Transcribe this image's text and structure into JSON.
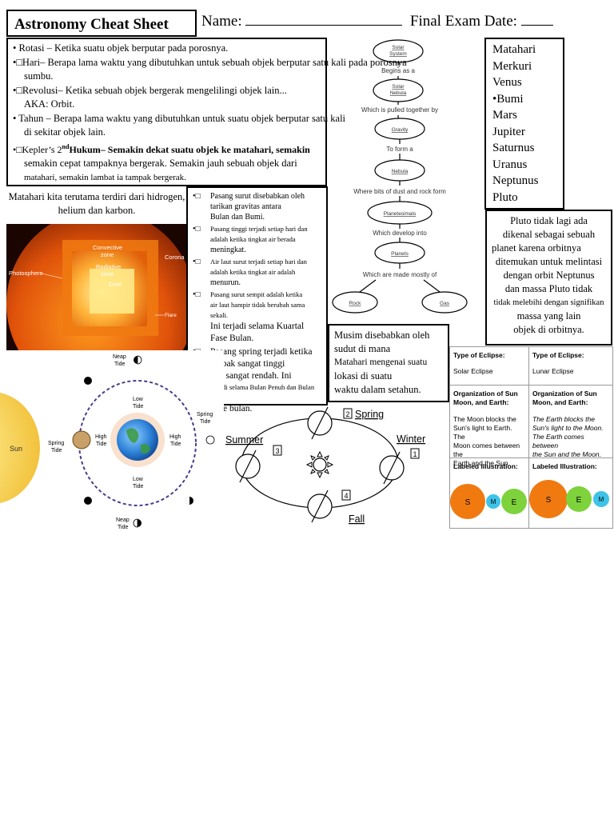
{
  "header": {
    "title": "Astronomy Cheat Sheet",
    "name_label": "Name:",
    "final_label": "Final  Exam  Date:"
  },
  "definitions": {
    "rotasi": "• Rotasi – Ketika suatu objek berputar pada porosnya.",
    "hari_1": "•□Hari– Berapa lama waktu yang dibutuhkan untuk sebuah objek berputar satu kali pada porosnya",
    "hari_2": "sumbu.",
    "revolusi_1": "•□Revolusi– Ketika sebuah objek bergerak mengelilingi objek lain...",
    "revolusi_2": "AKA:  Orbit.",
    "tahun_1": "• Tahun – Berapa lama waktu yang dibutuhkan untuk suatu objek berputar satu kali",
    "tahun_2": "di sekitar objek lain.",
    "kepler_1a": "•□Kepler’s 2",
    "kepler_sup": "nd",
    "kepler_1b": "Hukum– Semakin dekat suatu objek ke matahari, semakin",
    "kepler_2": "semakin cepat tampaknya bergerak. Semakin jauh sebuah objek dari",
    "kepler_3": "matahari, semakin lambat ia tampak bergerak."
  },
  "sun": {
    "caption": "Matahari kita terutama terdiri dari hidrogen, helium dan karbon.",
    "labels": {
      "convective": "Convective zone",
      "convective_1": "Convective",
      "convective_2": "zone",
      "radiative_1": "Radiative",
      "radiative_2": "zone",
      "core": "Core",
      "photosphere": "Photosphere",
      "corona": "Corona",
      "flare": "Flare"
    }
  },
  "tides": {
    "bullet": "•□",
    "t1_1": "Pasang surut disebabkan oleh",
    "t1_2": "tarikan gravitas antara",
    "t1_3": "Bulan dan Bumi.",
    "t2_1": "Pasang tinggi terjadi setiap hari dan",
    "t2_2": "adalah ketika tingkat air berada",
    "t2_3": "meningkat.",
    "t3_1": "Air laut surut terjadi setiap hari dan",
    "t3_2": "adalah ketika tingkat air adalah",
    "t3_3": "menurun.",
    "t4_1": "Pasang surut sempit adalah ketika",
    "t4_2": "air laut hampir tidak berubah sama sekali.",
    "t4_3": "Ini terjadi selama Kuartal",
    "t4_4": "Fase Bulan.",
    "t5_1": "Pasang spring terjadi ketika",
    "t5_2": "ombak sangat tinggi",
    "t5_3": "dan sangat rendah. Ini",
    "t5_4": "terjadi selama Bulan Penuh dan Bulan Baru",
    "t5_5": "Fase bulan."
  },
  "tide_diagram": {
    "sun": "Sun",
    "neap_top_1": "Neap",
    "neap_top_2": "Tide",
    "neap_bottom_1": "Neap",
    "neap_bottom_2": "Tide",
    "low_top_1": "Low",
    "low_top_2": "Tide",
    "low_bottom_1": "Low",
    "low_bottom_2": "Tide",
    "high_left_1": "High",
    "high_left_2": "Tide",
    "high_right_1": "High",
    "high_right_2": "Tide",
    "spring_left_1": "Spring",
    "spring_left_2": "Tide",
    "spring_right_1": "Spring",
    "spring_right_2": "Tide"
  },
  "flow": {
    "n1_1": "Solar",
    "n1_2": "System",
    "c1": "Begins as a",
    "n2_1": "Solar",
    "n2_2": "Nebula",
    "c2": "Which is pulled together by",
    "n3": "Gravity",
    "c3": "To form a",
    "n4": "Nebula",
    "c4": "Where bits of dust and rock form",
    "n5": "Planetesimals",
    "c5": "Which develop into",
    "n6": "Planets",
    "c6": "Which are made mostly of",
    "n7": "Rock",
    "n8": "Gas"
  },
  "planets": [
    "Matahari",
    "Merkuri",
    "Venus",
    "•Bumi",
    "Mars",
    "Jupiter",
    "Saturnus",
    "Uranus",
    "Neptunus",
    "Pluto"
  ],
  "pluto": {
    "l1": "Pluto tidak lagi ada",
    "l2": "dikenal sebagai sebuah",
    "l3": "planet karena orbitnya",
    "l4": "ditemukan untuk melintasi",
    "l5": "dengan orbit Neptunus",
    "l6": "dan massa Pluto tidak",
    "l7": "tidak melebihi dengan signifikan",
    "l8": "massa yang lain",
    "l9": "objek di orbitnya."
  },
  "seasons_text": {
    "l1": "Musim disebabkan oleh",
    "l2": "sudut di mana",
    "l3": "Matahari mengenai suatu",
    "l4": "lokasi di suatu",
    "l5": "waktu dalam setahun."
  },
  "seasons_diagram": {
    "spring": "Spring",
    "summer": "Summer",
    "winter": "Winter",
    "fall": "Fall",
    "n1": "1",
    "n2": "2",
    "n3": "3",
    "n4": "4"
  },
  "eclipse": {
    "type_label": "Type of Eclipse:",
    "solar": "Solar Eclipse",
    "lunar": "Lunar Eclipse",
    "org_label_1": "Organization of Sun",
    "org_label_2": "Moon, and Earth:",
    "solar_desc_1": "The Moon blocks the",
    "solar_desc_2": "Sun's light to Earth.  The",
    "solar_desc_3": "Moon comes between the",
    "solar_desc_4": "Earth and the Sun.",
    "lunar_desc_1": "The Earth blocks the",
    "lunar_desc_2": "Sun's light to the Moon.",
    "lunar_desc_3": "The Earth comes between",
    "lunar_desc_4": "the Sun and the Moon.",
    "illus_label": "Labeled Illustration:",
    "s": "S",
    "m": "M",
    "e": "E"
  },
  "colors": {
    "sun_orange": "#f07a10",
    "sun_yellow": "#f5d04a",
    "earth_blue": "#2b7fd6",
    "moon_teal": "#3ec3e8",
    "planet_green": "#7ed23c",
    "tide_dash": "#4a3c8c"
  }
}
